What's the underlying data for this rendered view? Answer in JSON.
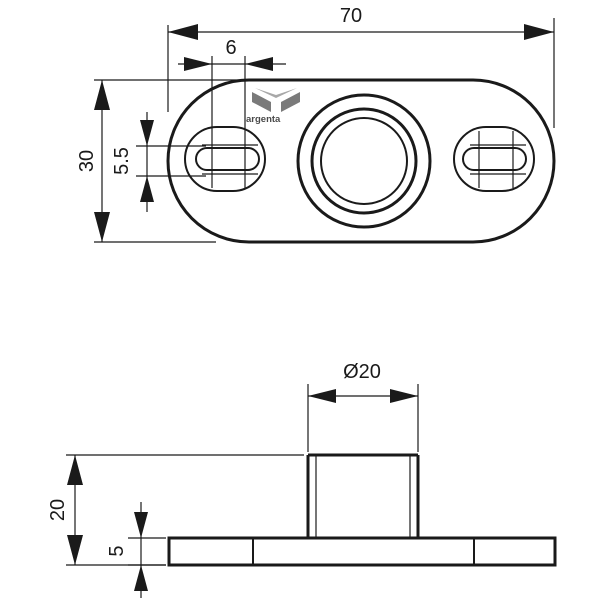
{
  "dimensions": {
    "overall_length": "70",
    "slot_width": "6",
    "overall_height": "30",
    "slot_height": "5.5",
    "boss_diameter": "Ø20",
    "total_height": "20",
    "plate_thickness": "5"
  },
  "brand": {
    "name": "argenta"
  }
}
